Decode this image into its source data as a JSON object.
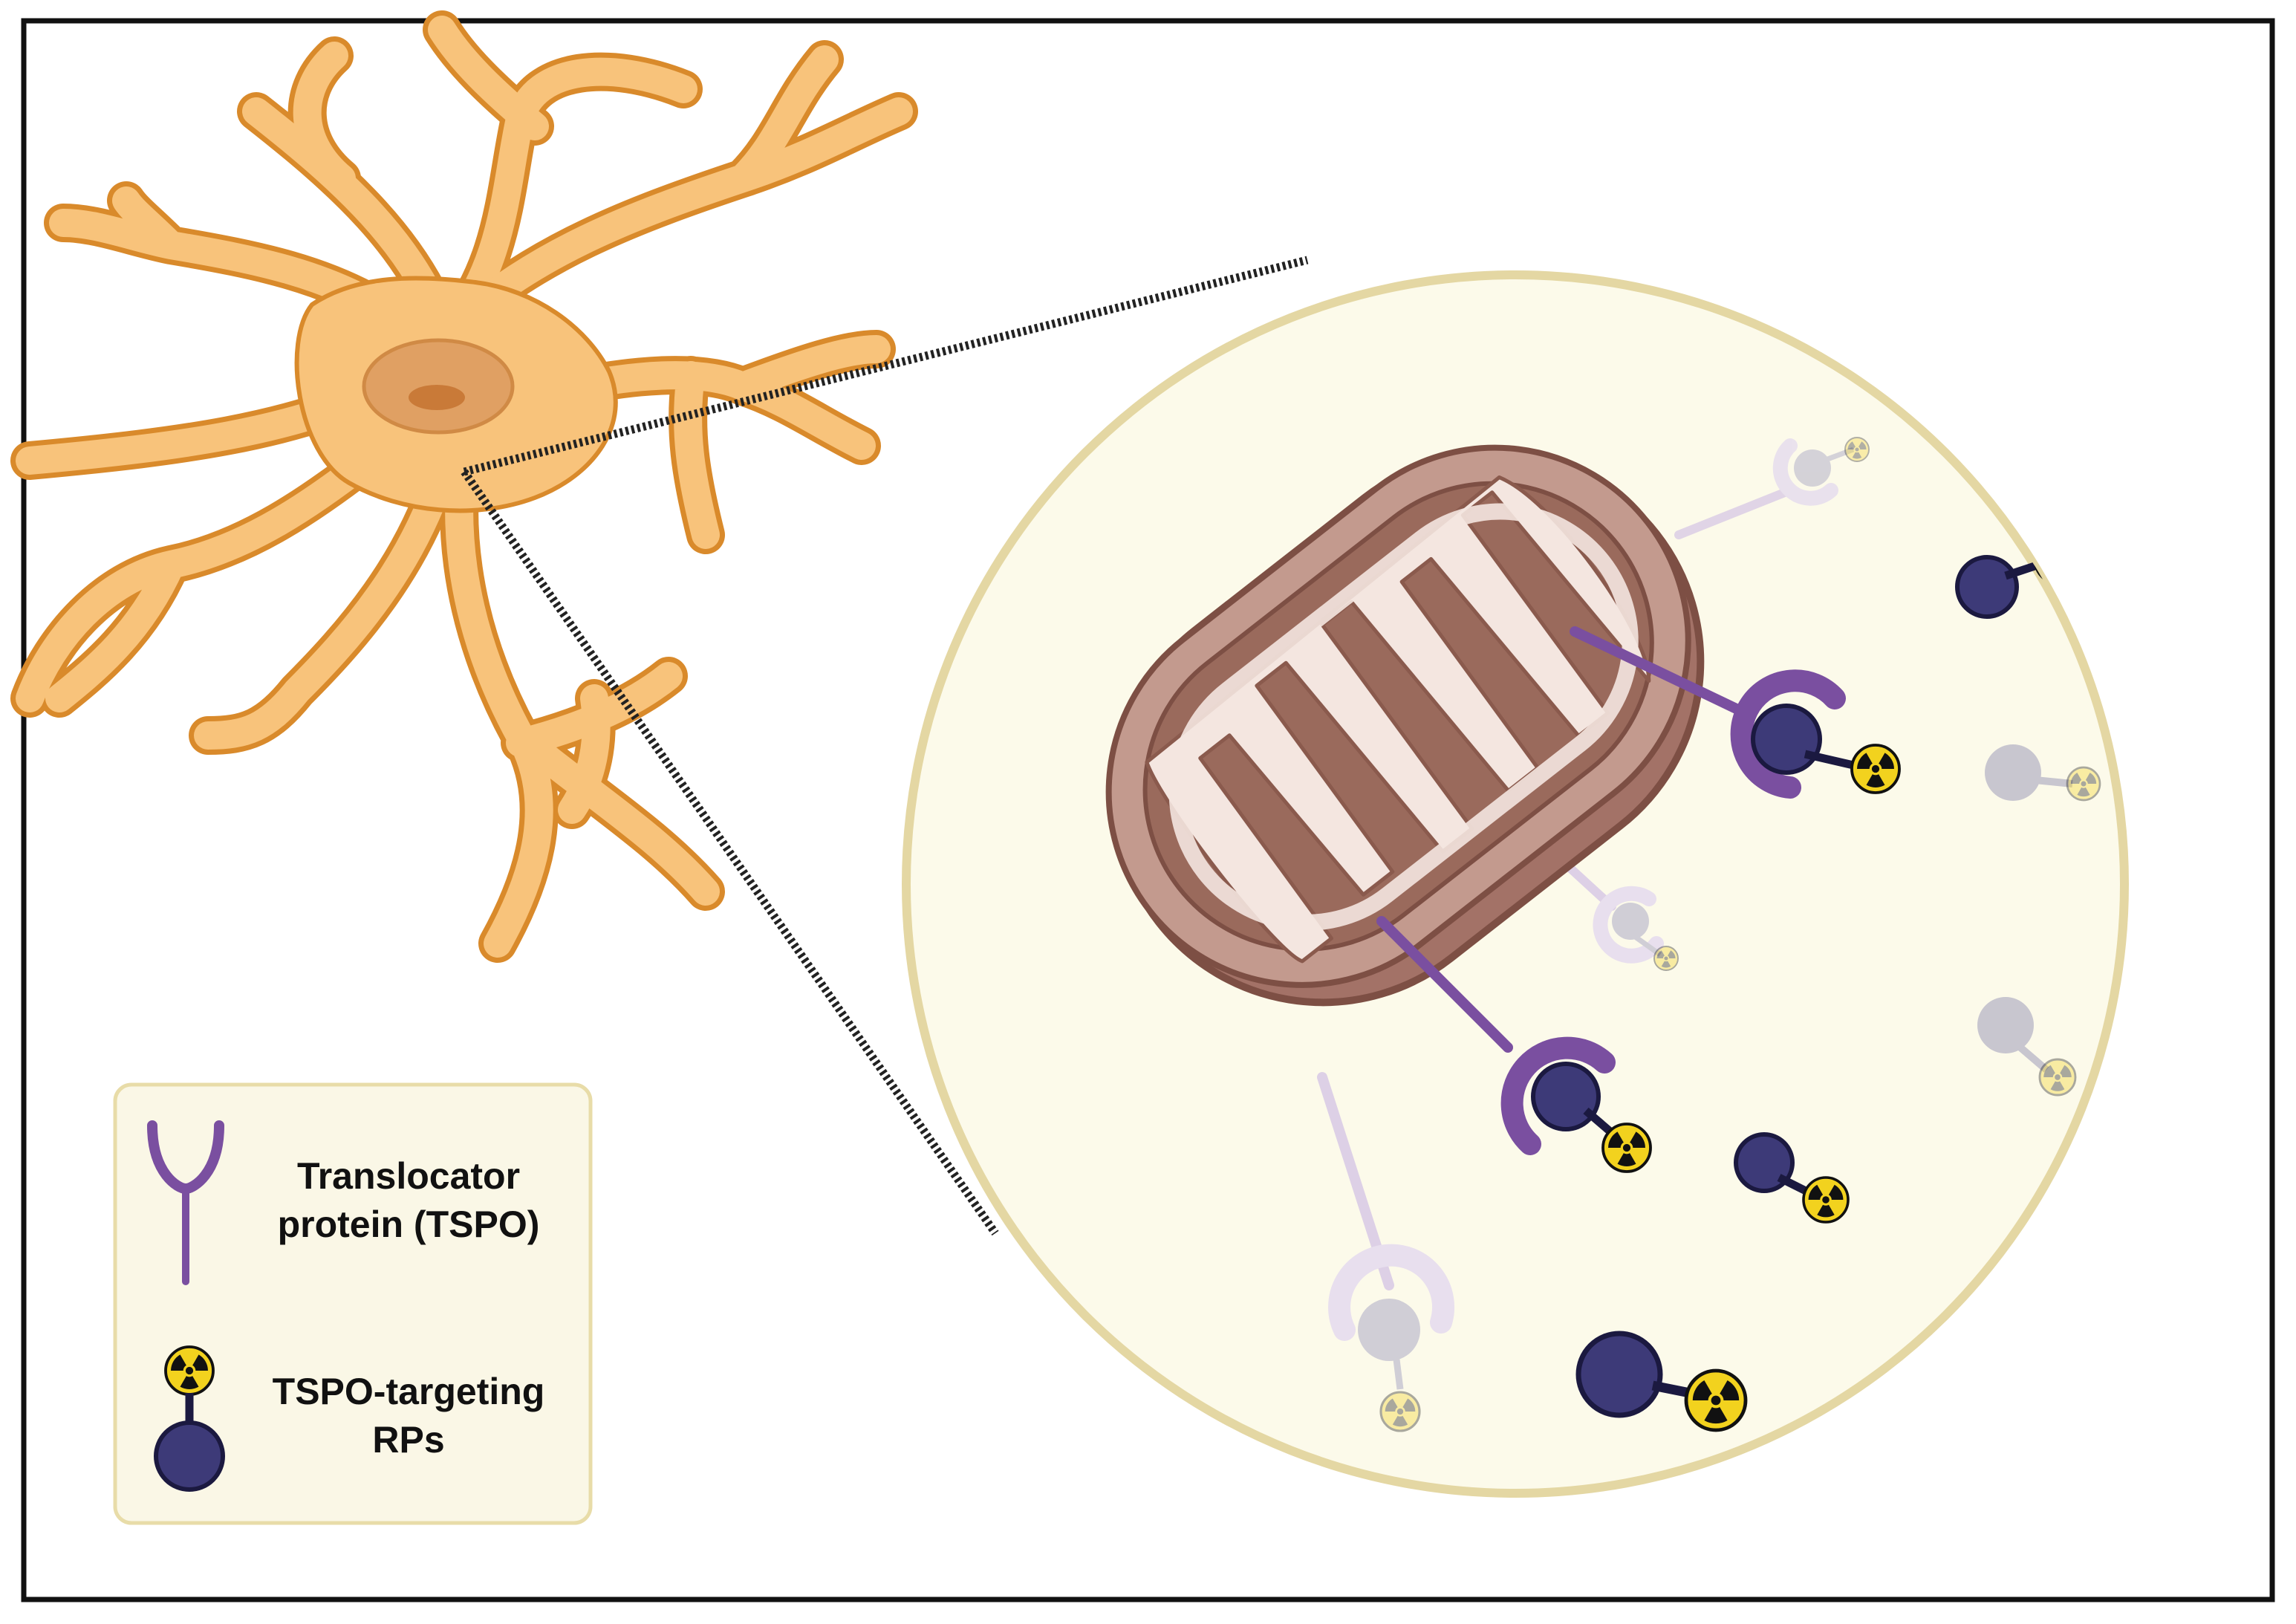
{
  "colors": {
    "frame": "#111111",
    "neuron_fill": "#f8c37b",
    "neuron_stroke": "#d98a2b",
    "nucleus": "#e0a063",
    "nucleolus": "#c97a38",
    "zoom_fill": "#fcfaea",
    "zoom_stroke": "#e4d7a3",
    "mito_outer": "#b08276",
    "mito_outer_stroke": "#8a5a4d",
    "mito_matrix": "#9a6a5c",
    "mito_inner": "#f4e6e0",
    "tspo": "#7a4fa0",
    "tspo_light": "#ddd0e6",
    "ligand": "#3d3a78",
    "ligand_light": "#c8c6cf",
    "radio_yellow": "#f2d21e",
    "legend_fill": "#faf7e6",
    "legend_stroke": "#e8dca8"
  },
  "icons": [
    "neuron-icon",
    "mitochondrion-icon",
    "tspo-receptor-icon",
    "radioligand-icon",
    "radiation-hazard-icon"
  ],
  "legend": {
    "tspo_label_line1": "Translocator",
    "tspo_label_line2": "protein (TSPO)",
    "rp_label_line1": "TSPO-targeting",
    "rp_label_line2": "RPs"
  }
}
